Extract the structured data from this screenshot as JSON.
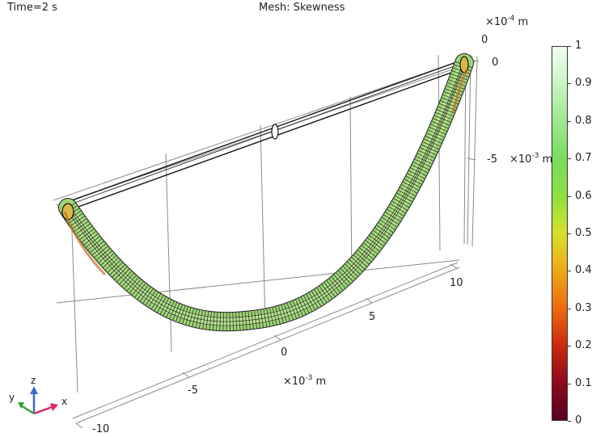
{
  "header": {
    "time_label": "Time=2 s",
    "plot_title": "Mesh: Skewness"
  },
  "axes": {
    "x_ticks": [
      "-10",
      "-5",
      "0",
      "5",
      "10"
    ],
    "x_unit_base": "×10",
    "x_unit_exp": "-3",
    "x_unit": " m",
    "y_ticks": [
      "0",
      "-5"
    ],
    "y_unit_base": "×10",
    "y_unit_exp": "-3",
    "y_unit": " m",
    "z_ticks": [
      "0"
    ],
    "z_unit_base": "×10",
    "z_unit_exp": "-4",
    "z_unit": " m"
  },
  "triad": {
    "x": "x",
    "y": "y",
    "z": "z"
  },
  "colorbar": {
    "ticks": [
      "1",
      "0.9",
      "0.8",
      "0.7",
      "0.6",
      "0.5",
      "0.4",
      "0.3",
      "0.2",
      "0.1",
      "0"
    ],
    "colors": [
      "#f2fff2",
      "#c8f4c2",
      "#9fe890",
      "#79dc5c",
      "#8ee042",
      "#d8e02a",
      "#f0a818",
      "#ec6c10",
      "#cc2a0c",
      "#8c0a1c",
      "#5a0024"
    ]
  }
}
